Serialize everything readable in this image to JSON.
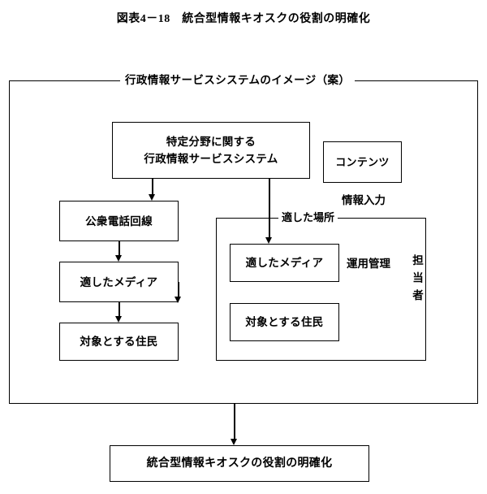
{
  "figure": {
    "title": "図表4－18　統合型情報キオスクの役割の明確化"
  },
  "outer_frame": {
    "label": "行政情報サービスシステムのイメージ（案）"
  },
  "inner_frame": {
    "label": "適した場所"
  },
  "boxes": {
    "main_system_line1": "特定分野に関する",
    "main_system_line2": "行政情報サービスシステム",
    "contents": "コンテンツ",
    "phone_line": "公衆電話回線",
    "media_left": "適したメディア",
    "resident_left": "対象とする住民",
    "media_right": "適したメディア",
    "resident_right": "対象とする住民",
    "result": "統合型情報キオスクの役割の明確化"
  },
  "labels": {
    "info_input": "情報入力",
    "operation_management": "運用管理",
    "manager": "担当者"
  },
  "colors": {
    "line": "#000000",
    "background": "#ffffff",
    "text": "#000000"
  }
}
